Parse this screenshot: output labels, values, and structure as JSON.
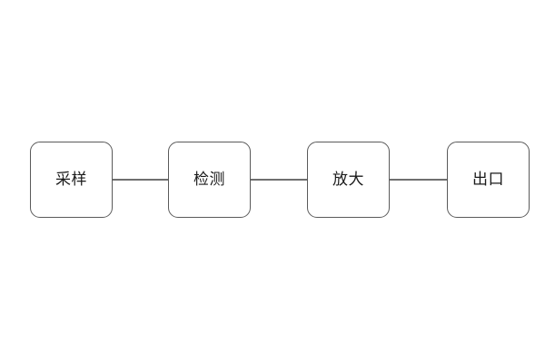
{
  "diagram": {
    "title": "",
    "background_color": "#ffffff",
    "node_border_color": "#5a5a5a",
    "node_fill_color": "#ffffff",
    "connector_color": "#6f6f6f",
    "text_color": "#1a1a1a",
    "nodes": [
      {
        "id": "sampling",
        "label": "采样"
      },
      {
        "id": "detection",
        "label": "检测"
      },
      {
        "id": "amplification",
        "label": "放大"
      },
      {
        "id": "outlet",
        "label": "出口"
      }
    ],
    "connectors": [
      {
        "from": "sampling",
        "to": "detection",
        "style": "line"
      },
      {
        "from": "detection",
        "to": "amplification",
        "style": "line"
      },
      {
        "from": "amplification",
        "to": "outlet",
        "style": "line"
      }
    ]
  }
}
